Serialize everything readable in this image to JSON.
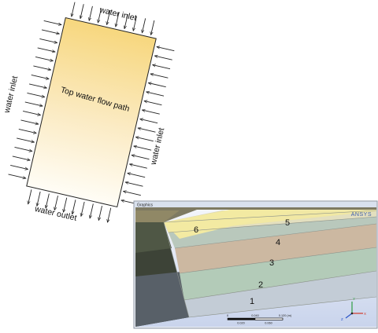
{
  "flow_diagram": {
    "inlet_top": "water inlet",
    "inlet_left": "water inlet",
    "inlet_right": "water inlet",
    "outlet_bottom": "water outlet",
    "center_label": "Top water flow path"
  },
  "ansys_window": {
    "title": "Graphics",
    "logo": "ANSYS",
    "layers": [
      "1",
      "2",
      "3",
      "4",
      "5",
      "6"
    ],
    "scale_bar": {
      "ticks": [
        "0",
        "0.040",
        "0.120 (m)"
      ],
      "sub_ticks": [
        "0.020",
        "0.060"
      ]
    },
    "axes": {
      "y": "Y",
      "x": "X",
      "z": "Z"
    },
    "colors": {
      "layer1": "#c3ccd6",
      "layer2": "#b3cbb8",
      "layer3": "#ccb8a1",
      "layer4": "#b9c8bc",
      "layer5": "#e3dfbf",
      "layer6": "#f3eaa2",
      "title_bar": "#d9e1ee",
      "logo": "#3d5ea8"
    }
  }
}
